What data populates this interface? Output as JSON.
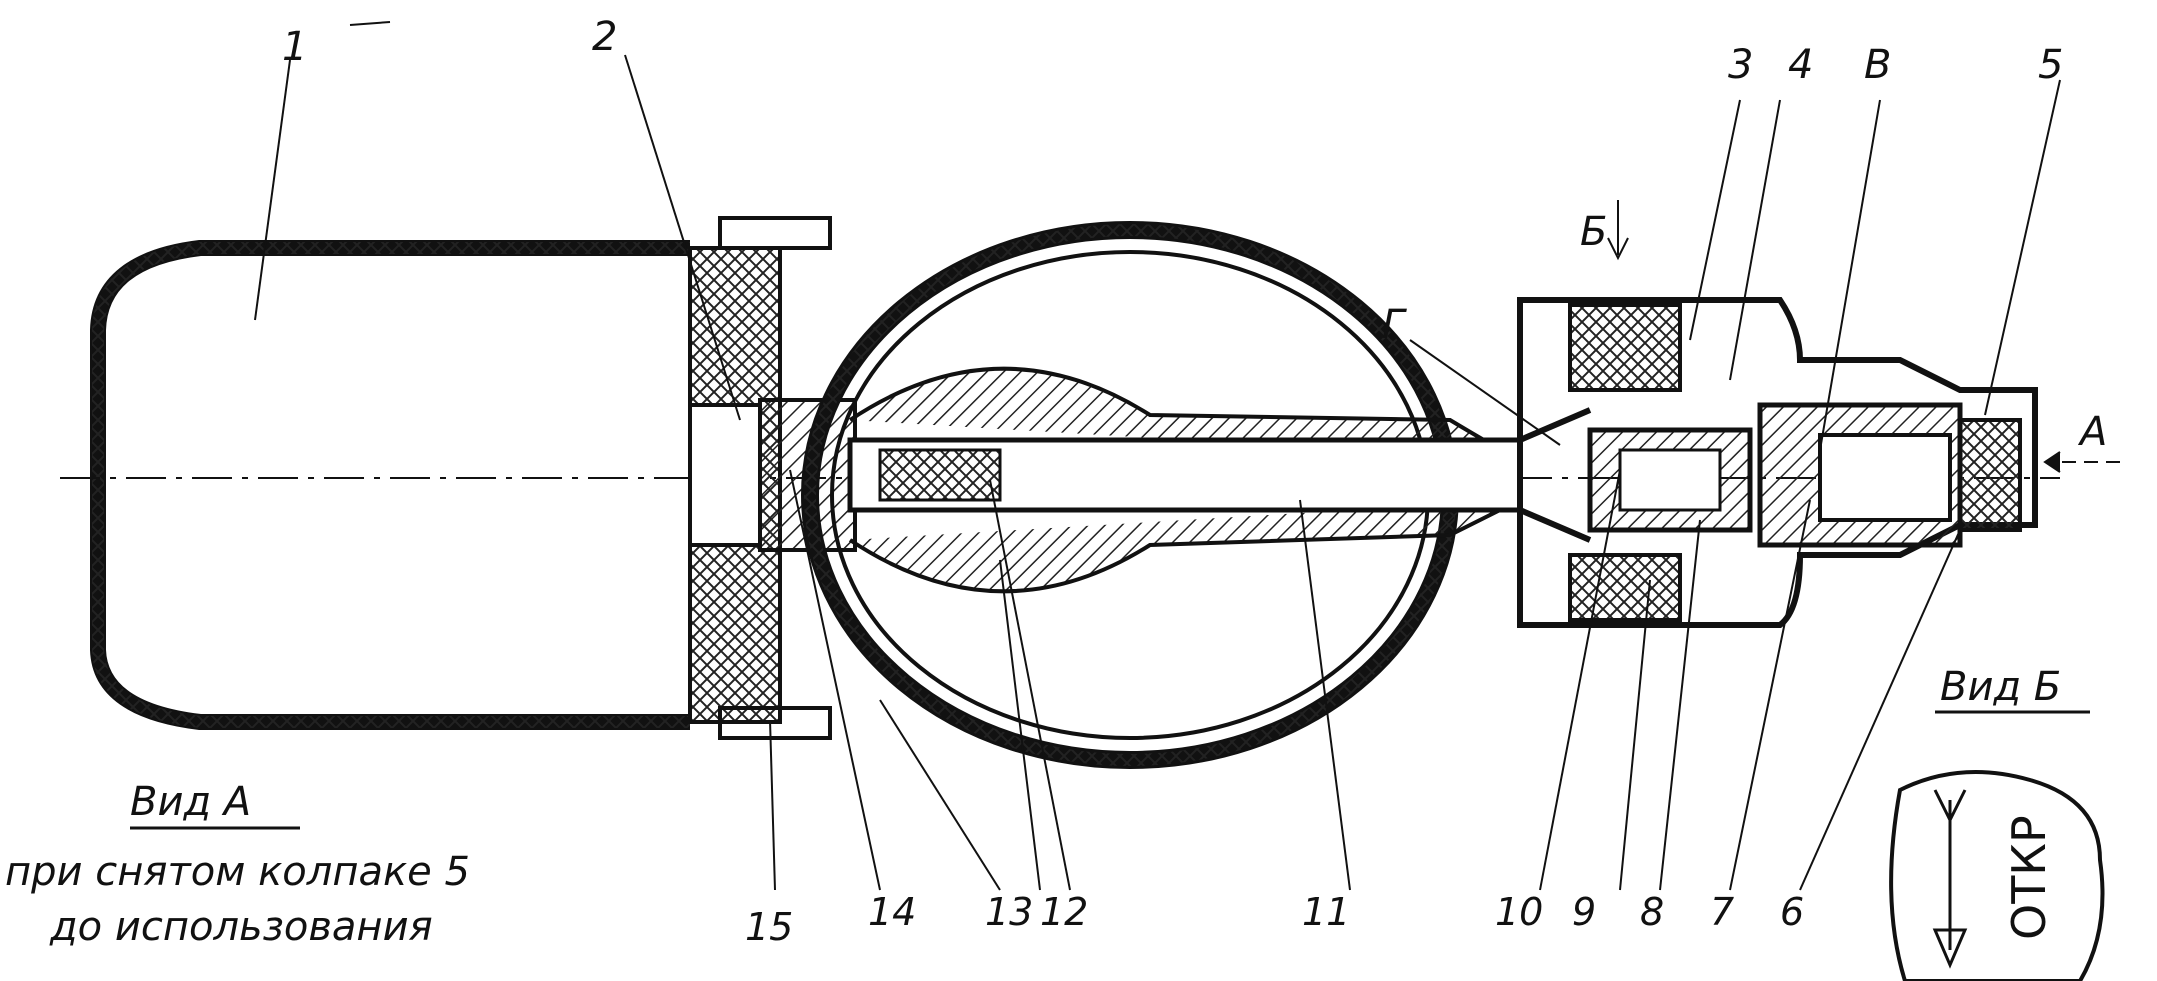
{
  "callouts": {
    "n1": "1",
    "n2": "2",
    "n3": "3",
    "n4": "4",
    "n5": "5",
    "n6": "6",
    "n7": "7",
    "n8": "8",
    "n9": "9",
    "n10": "10",
    "n11": "11",
    "n12": "12",
    "n13": "13",
    "n14": "14",
    "n15": "15",
    "v": "В",
    "g": "Г",
    "b": "Б",
    "a": "А"
  },
  "view_a": {
    "title": "Вид А",
    "line1": "при снятом колпаке 5",
    "line2": "до использования"
  },
  "view_b": {
    "title": "Вид Б",
    "marking": "ОТКР"
  }
}
